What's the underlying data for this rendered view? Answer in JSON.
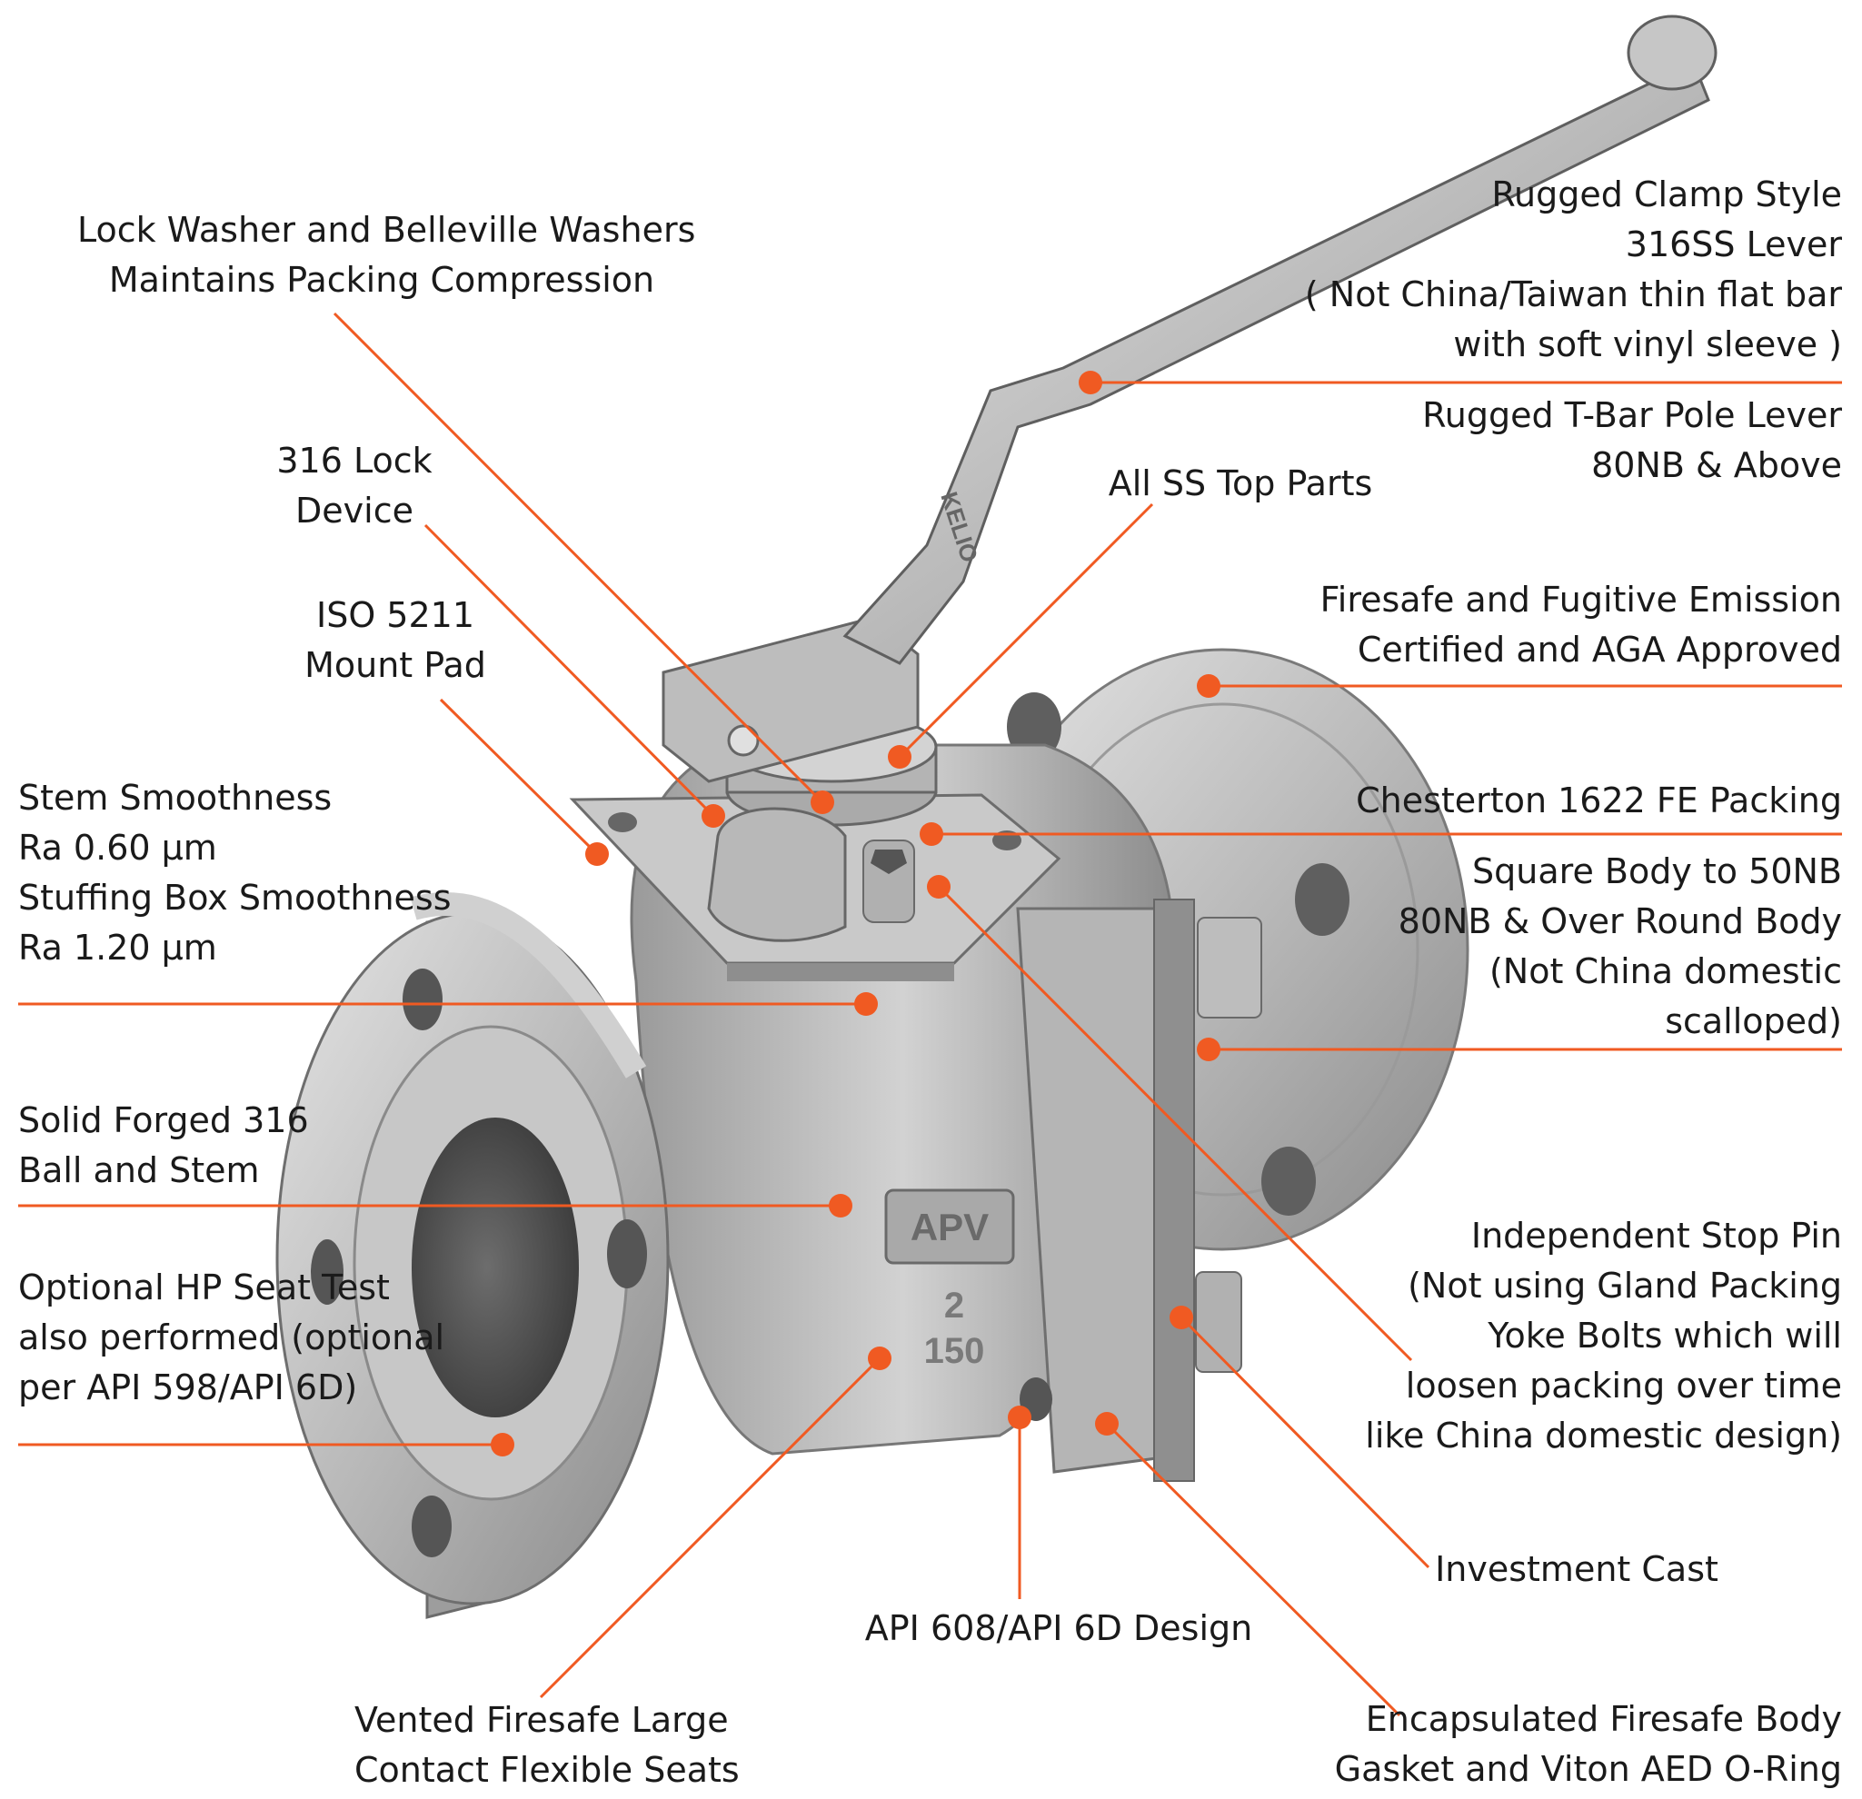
{
  "accent_color": "#f05a22",
  "product_marks": {
    "body_logo": "APV",
    "lever_mark": "KELIO",
    "body_size": "2",
    "body_class": "150"
  },
  "callouts": {
    "lock_washer": [
      "Lock Washer and Belleville Washers",
      "Maintains Packing Compression"
    ],
    "lock_device": [
      "316 Lock",
      "Device"
    ],
    "mount_pad": [
      "ISO 5211",
      "Mount Pad"
    ],
    "stem_smoothness": [
      "Stem Smoothness",
      "Ra 0.60 μm",
      "Stuffing Box Smoothness",
      "Ra 1.20 μm"
    ],
    "solid_forged": [
      "Solid Forged 316",
      "Ball and Stem"
    ],
    "hp_seat_test": [
      "Optional HP Seat Test",
      "also performed (optional",
      "per API 598/API 6D)"
    ],
    "vented_seats": [
      "Vented Firesafe Large",
      "Contact Flexible Seats"
    ],
    "api_design": [
      "API 608/API 6D Design"
    ],
    "top_parts": [
      "All SS Top Parts"
    ],
    "clamp_lever": [
      "Rugged Clamp Style",
      "316SS Lever",
      "( Not China/Taiwan thin flat bar",
      "with soft  vinyl sleeve )"
    ],
    "tbar_lever": [
      "Rugged T-Bar Pole Lever",
      "80NB & Above"
    ],
    "firesafe_cert": [
      "Firesafe and Fugitive Emission",
      "Certified and AGA Approved"
    ],
    "packing": [
      "Chesterton 1622 FE Packing"
    ],
    "square_body": [
      "Square Body to 50NB",
      "80NB & Over Round Body",
      "(Not China domestic",
      "scalloped)"
    ],
    "stop_pin": [
      "Independent Stop Pin",
      "(Not using Gland Packing",
      "Yoke Bolts which will",
      "loosen packing over time",
      "like China domestic design)"
    ],
    "investment_cast": [
      "Investment Cast"
    ],
    "encapsulated": [
      "Encapsulated Firesafe Body",
      "Gasket and Viton AED O-Ring"
    ]
  }
}
